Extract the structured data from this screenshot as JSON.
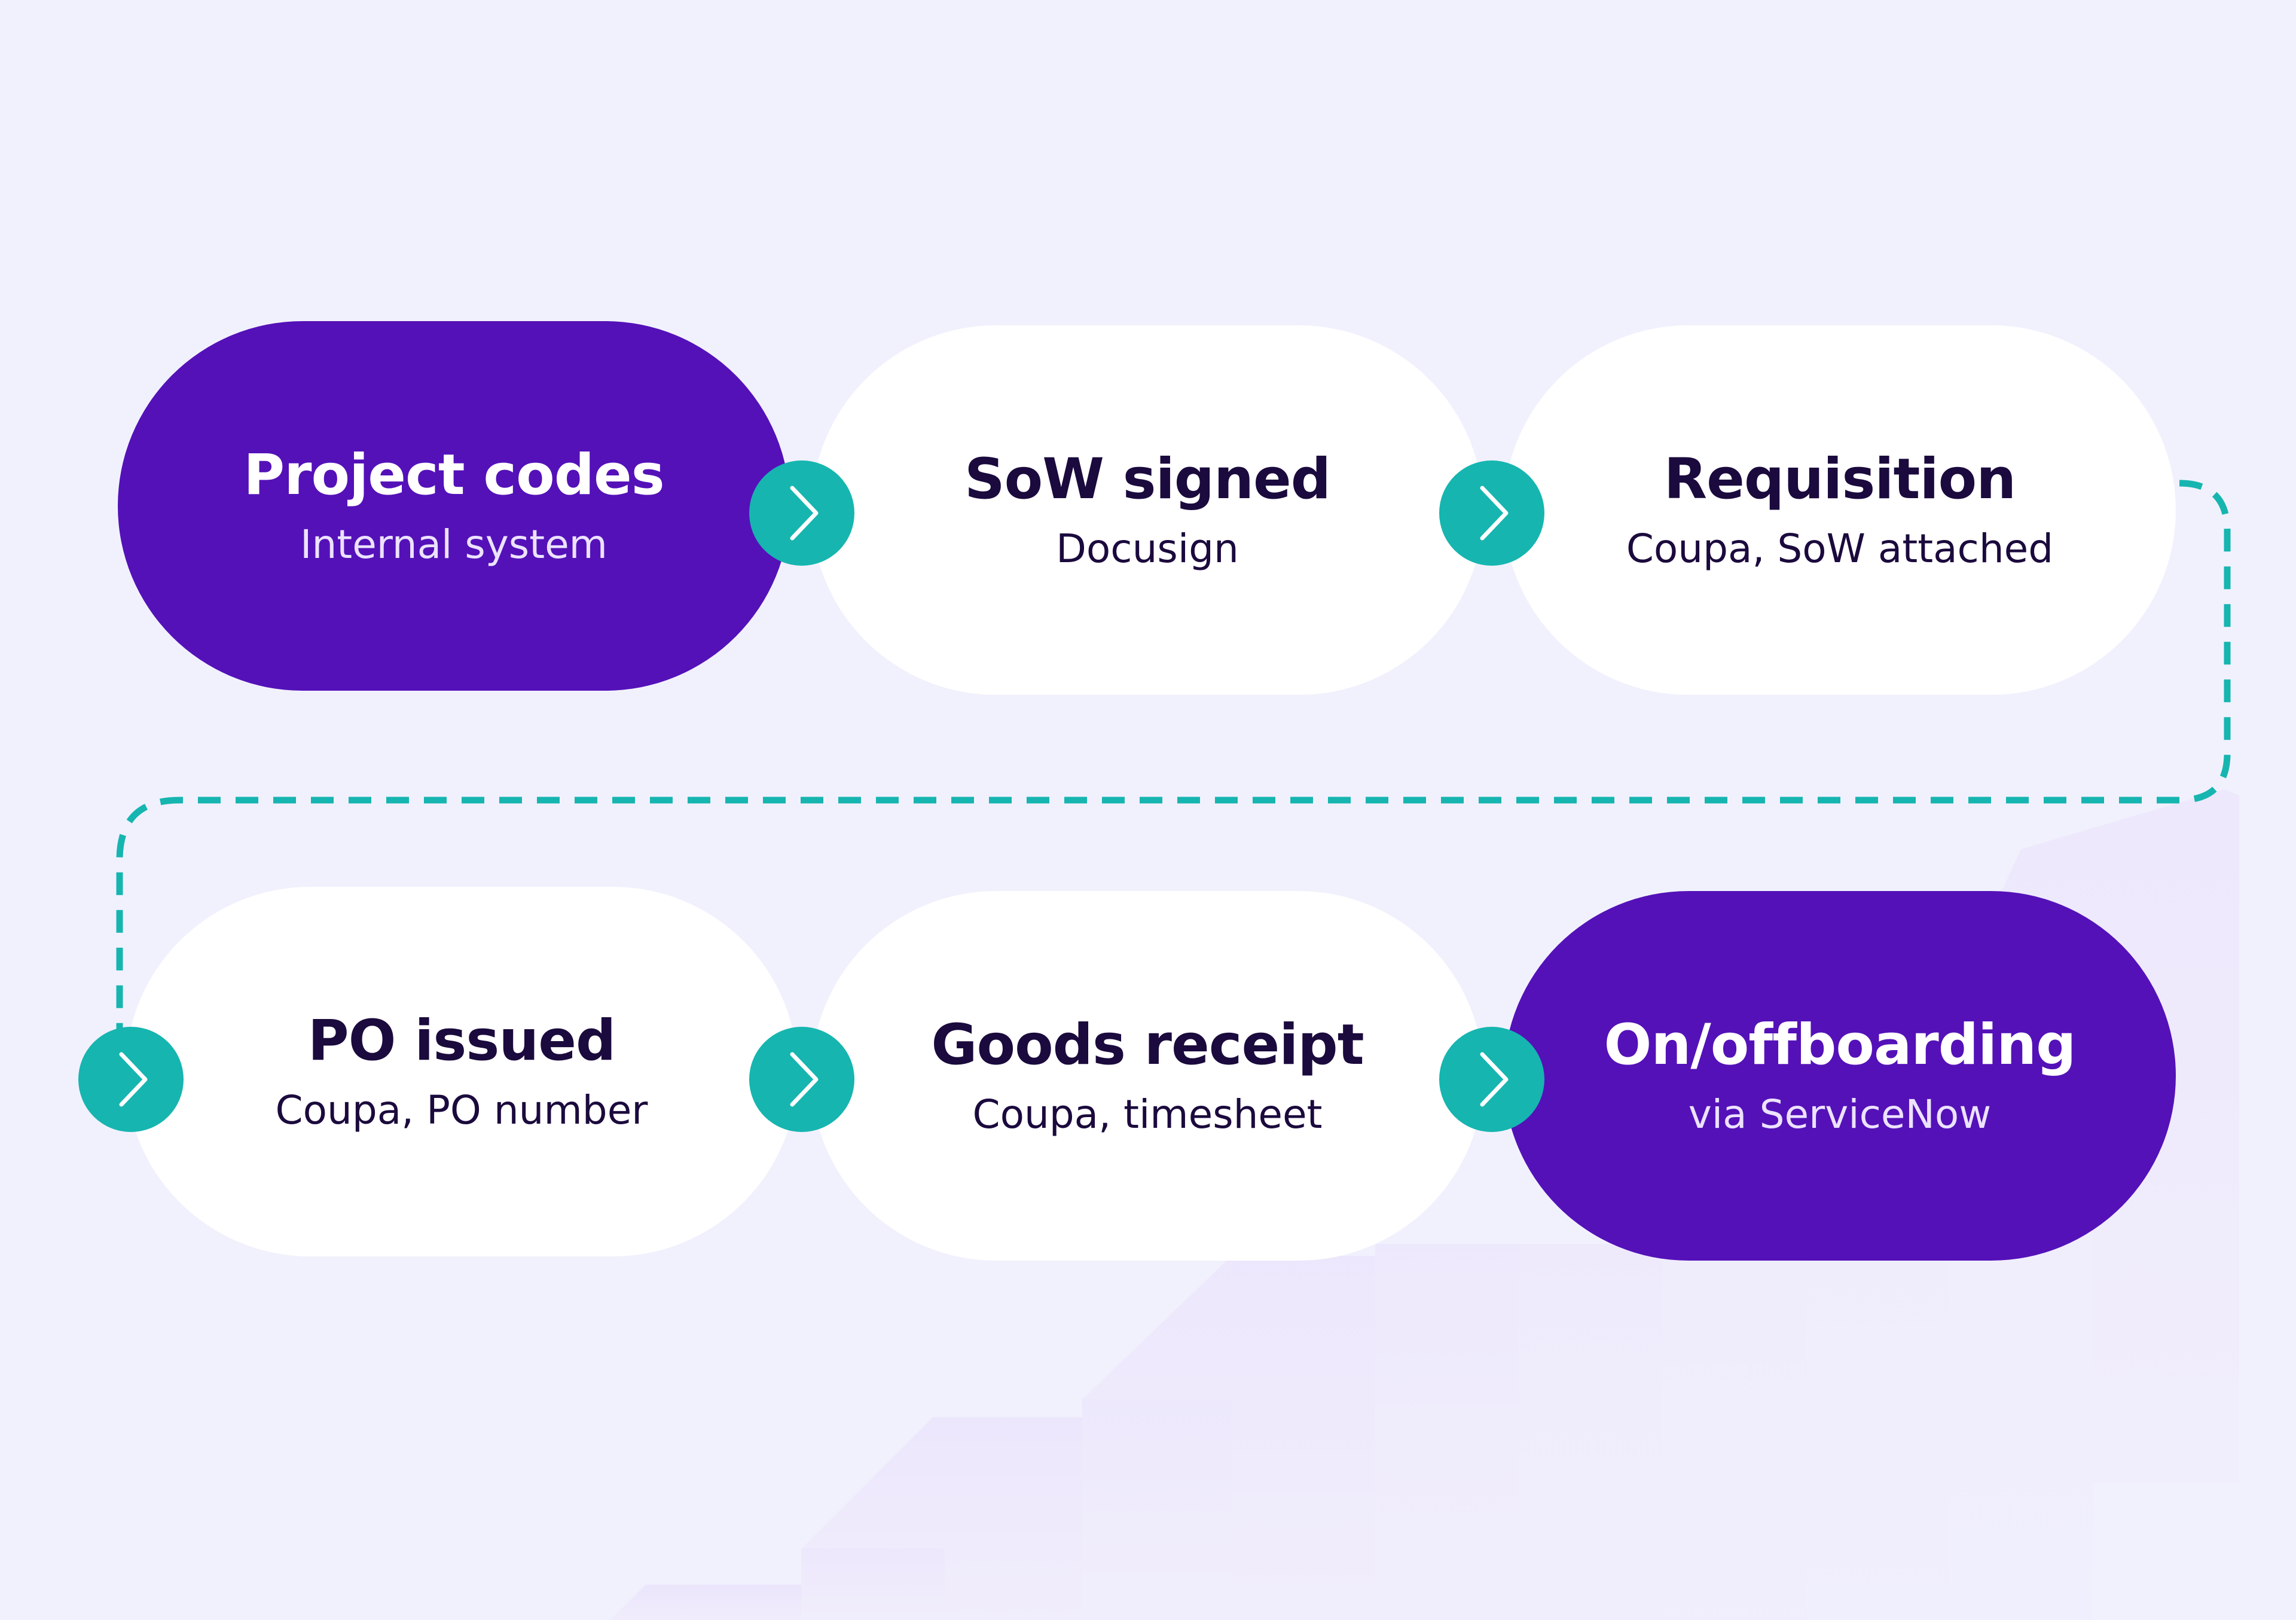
{
  "colors": {
    "background": "#f1f1fd",
    "accent_purple": "#5411b8",
    "accent_teal": "#16b5b0",
    "text_dark": "#1b0a3d",
    "card_white": "#ffffff"
  },
  "steps": [
    {
      "title": "Project codes",
      "subtitle": "Internal system",
      "style": "purple"
    },
    {
      "title": "SoW signed",
      "subtitle": "Docusign",
      "style": "white"
    },
    {
      "title": "Requisition",
      "subtitle": "Coupa, SoW attached",
      "style": "white"
    },
    {
      "title": "PO issued",
      "subtitle": "Coupa, PO number",
      "style": "white"
    },
    {
      "title": "Goods receipt",
      "subtitle": "Coupa, timesheet",
      "style": "white"
    },
    {
      "title": "On/offboarding",
      "subtitle": "via ServiceNow",
      "style": "purple"
    }
  ],
  "icons": {
    "arrow": "chevron-right-icon"
  }
}
